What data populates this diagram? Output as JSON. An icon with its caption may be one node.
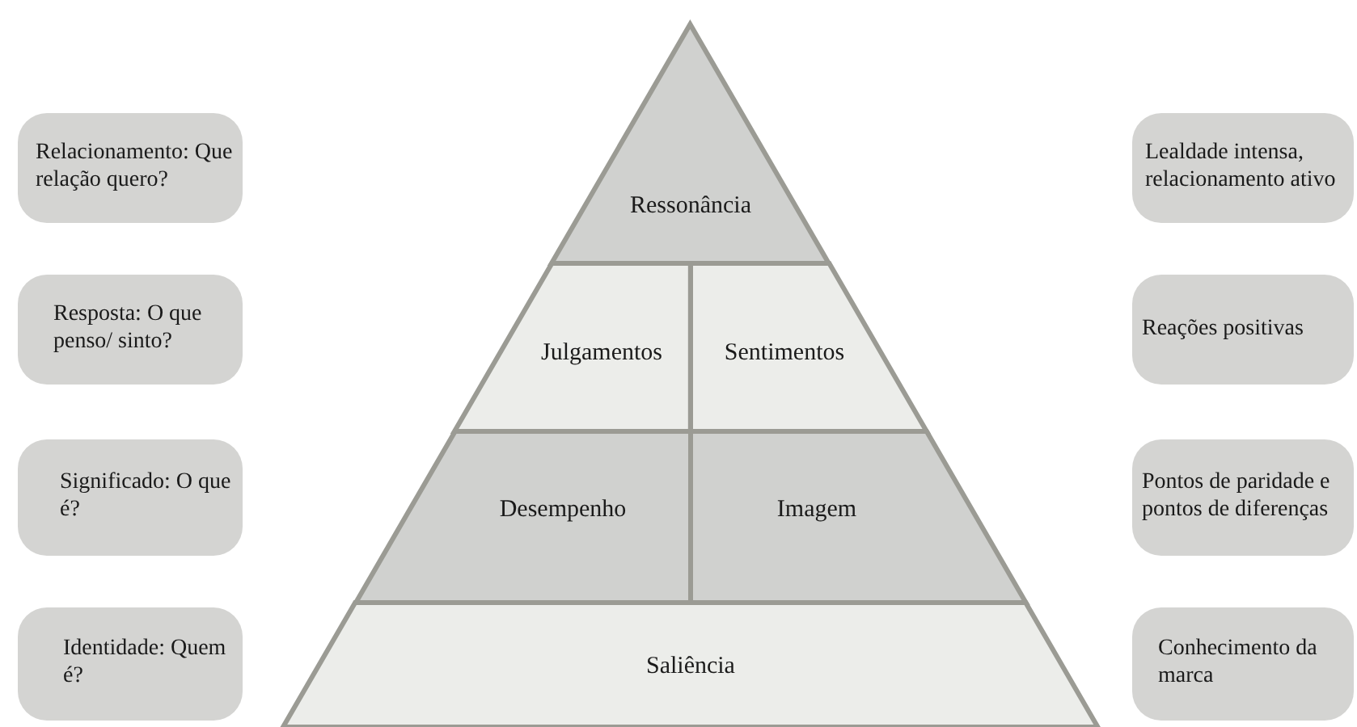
{
  "diagram": {
    "nodes": [
      {
        "text": [
          "Relacionamento: Que relação quero?"
        ]
      },
      {
        "text": [
          "Resposta: O que penso/ sinto?"
        ]
      },
      {
        "text": [
          "Significado: O que é?"
        ]
      },
      {
        "text": [
          "Identidade: Quem é?"
        ]
      },
      {
        "text": [
          "Ressonância"
        ]
      },
      {
        "text": [
          "Julgamentos"
        ]
      },
      {
        "text": [
          "Sentimentos"
        ]
      },
      {
        "text": [
          "Desempenho"
        ]
      },
      {
        "text": [
          "Imagem"
        ]
      },
      {
        "text": [
          "Saliência"
        ]
      },
      {
        "text": [
          "Lealdade intensa, relacionamento ativo"
        ]
      },
      {
        "text": [
          "Reações positivas"
        ]
      },
      {
        "text": [
          "Pontos de paridade e pontos de diferenças"
        ]
      },
      {
        "text": [
          "Conhecimento da marca"
        ]
      }
    ]
  }
}
